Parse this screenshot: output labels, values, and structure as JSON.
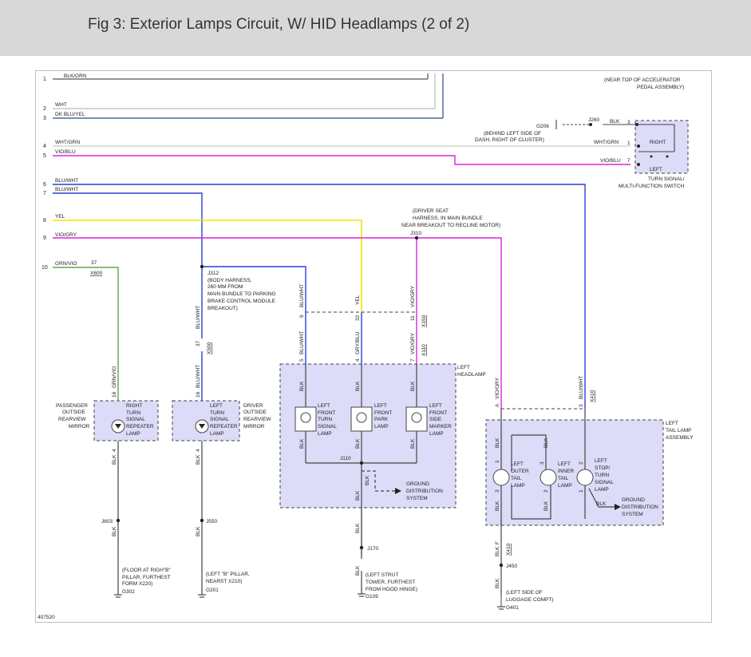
{
  "header": {
    "title": "Fig 3: Exterior Lamps Circuit, W/ HID Headlamps (2 of 2)"
  },
  "colors": {
    "header_bg": "#d8d8d8",
    "component_fill": "#dcdcf8",
    "wire_blue": "#2b3fd6",
    "wire_magenta": "#e020e0",
    "wire_yellow": "#e8e800",
    "wire_green": "#64a64a",
    "wire_gray": "#c8d8c8",
    "wire_black": "#444444"
  },
  "connector_pins": [
    "1",
    "2",
    "3",
    "4",
    "5",
    "6",
    "7",
    "8",
    "9",
    "10"
  ],
  "top_wires": {
    "w1": "BLK/GRN",
    "w2": "WHT",
    "w3": "DK BLU/YEL",
    "w4": "WHT/GRN",
    "w5": "VIO/BLU",
    "w6": "BLU/WHT",
    "w7": "BLU/WHT",
    "w8": "YEL",
    "w9": "VIO/GRY",
    "w10": "GRN/VIO"
  },
  "switch": {
    "location": [
      "(NEAR TOP OF ACCELERATOR",
      "PEDAL ASSEMBLY)"
    ],
    "g_label": "G206",
    "j_label": "J260",
    "blk": "BLK",
    "behind": [
      "(BEHIND LEFT SIDE OF",
      "DASH, RIGHT OF CLUSTER)"
    ],
    "wht_grn": "WHT/GRN",
    "vio_blu": "VIO/BLU",
    "pin3": "3",
    "pin1": "1",
    "pin7": "7",
    "right": "RIGHT",
    "left": "LEFT",
    "name": [
      "TURN SIGNAL/",
      "MULTI-FUNCTION SWITCH"
    ]
  },
  "j310": [
    "(DRIVER SEAT",
    "HARNESS, IN MAIN BUNDLE",
    "NEAR BREAKOUT TO RECLINE MOTOR)",
    "J310"
  ],
  "j312": [
    "J312",
    "(BODY HARNESS,",
    "260 MM FROM",
    "MAIN BUNDLE TO PARKING",
    "BRAKE CONTROL MODULE",
    "BREAKOUT)"
  ],
  "x600": {
    "pin": "37",
    "name": "X600"
  },
  "x500": {
    "wire": "BLU/WHT",
    "pin": "37",
    "name": "X500"
  },
  "x150": {
    "w9": "BLU/WHT",
    "p9": "9",
    "w32": "YEL",
    "p32": "32",
    "w11": "VIO/GRY",
    "p11": "11",
    "name": "X150"
  },
  "x110": {
    "w5": "BLU/WHT",
    "p5": "5",
    "w4": "GRY/BLU",
    "p4": "4",
    "w7": "VIO/GRY",
    "p7": "7",
    "name": "X110"
  },
  "headlamp": {
    "name": [
      "LEFT",
      "HEADLAMP"
    ],
    "lamp1": [
      "LEFT",
      "FRONT",
      "TURN",
      "SIGNAL",
      "LAMP"
    ],
    "lamp2": [
      "LEFT",
      "FRONT",
      "PARK",
      "LAMP"
    ],
    "lamp3": [
      "LEFT",
      "FRONT",
      "SIDE",
      "MARKER",
      "LAMP"
    ],
    "blk": "BLK",
    "j110": "J110",
    "ground": [
      "GROUND",
      "DISTRIBUTION",
      "SYSTEM"
    ]
  },
  "right_repeater": {
    "wire": "GRN/VIO",
    "pin_top": "16",
    "pin_bot": "4",
    "side": [
      "PASSENGER",
      "OUTSIDE",
      "REARVIEW",
      "MIRROR"
    ],
    "name": [
      "RIGHT",
      "TURN",
      "SIGNAL",
      "REPEATER",
      "LAMP"
    ],
    "blk": "BLK",
    "j": "J603",
    "ground_note": [
      "(FLOOR AT RIGH\"B\"",
      "PILLAR, FURTHEST",
      "FORM X220)"
    ],
    "g": "G302"
  },
  "left_repeater": {
    "wire": "BLU/WHT",
    "pin_top": "16",
    "pin_bot": "4",
    "name": [
      "LEFT",
      "TURN",
      "SIGNAL",
      "REPEATER",
      "LAMP"
    ],
    "side": [
      "DRIVER",
      "OUTSIDE",
      "REARVIEW",
      "MIRROR"
    ],
    "blk": "BLK",
    "j": "J550",
    "ground_note": [
      "(LEFT \"B\" PILLAR,",
      "NEARST X210)"
    ],
    "g": "G201"
  },
  "front_ground": {
    "blk": "BLK",
    "j": "J170",
    "note": [
      "(LEFT STRUT",
      "TOWER, FURTHEST",
      "FROM HOOD HINGE)"
    ],
    "g": "G109"
  },
  "tail": {
    "name": [
      "LEFT",
      "TAIL LAMP",
      "ASSEMBLY"
    ],
    "x410_top": "X410",
    "w_a": "VIO/GRY",
    "p_a": "A",
    "w_3": "BLU/WHT",
    "p_3": "3",
    "lamp1": [
      "LEFT",
      "OUTER",
      "TAIL",
      "LAMP"
    ],
    "lamp2": [
      "LEFT",
      "INNER",
      "TAIL",
      "LAMP"
    ],
    "lamp3": [
      "LEFT",
      "STOP/",
      "TURN",
      "SIGNAL",
      "LAMP"
    ],
    "blk": "BLK",
    "p1": "1",
    "p2": "2",
    "p3": "3",
    "ground": [
      "GROUND",
      "DISTRIBUTION",
      "SYSTEM"
    ],
    "f": "F",
    "x410_bot": "X410",
    "j": "J450",
    "note": [
      "(LEFT SIDE OF",
      "LUGGAGE COMPT)"
    ],
    "g": "G401"
  },
  "figure_number": "407520"
}
